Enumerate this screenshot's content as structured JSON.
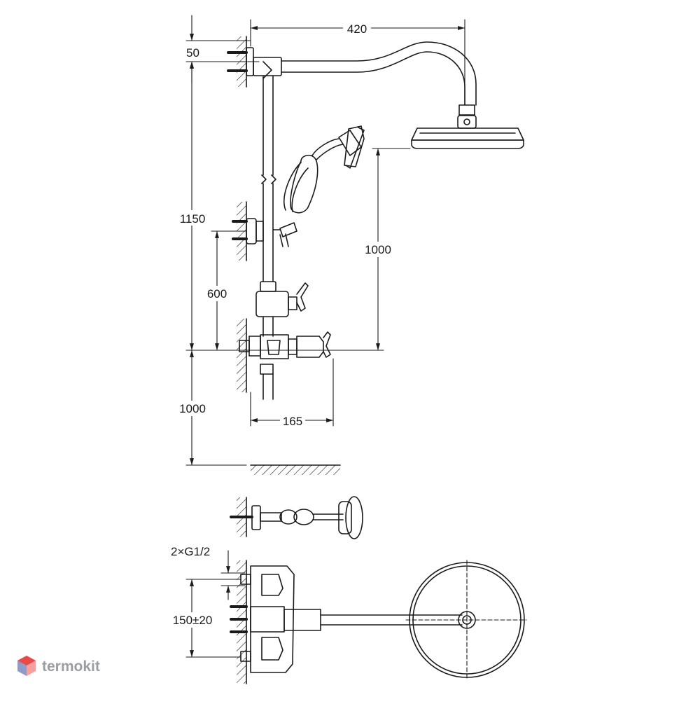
{
  "dimensions": {
    "width_total": "420",
    "head_offset": "50",
    "rail_height": "1150",
    "head_to_mixer": "1000",
    "holder_height": "600",
    "floor_to_mixer": "1000",
    "mixer_projection": "165",
    "inlet_thread": "2×G1/2",
    "inlet_spacing": "150±20"
  },
  "brand": {
    "name": "termokit",
    "accent": "#e84a4a",
    "accent_light": "#f4a0a0",
    "accent_blue": "#6e9ad6"
  },
  "colors": {
    "line": "#1a1a1a",
    "hatch": "#1a1a1a",
    "background": "#ffffff"
  }
}
